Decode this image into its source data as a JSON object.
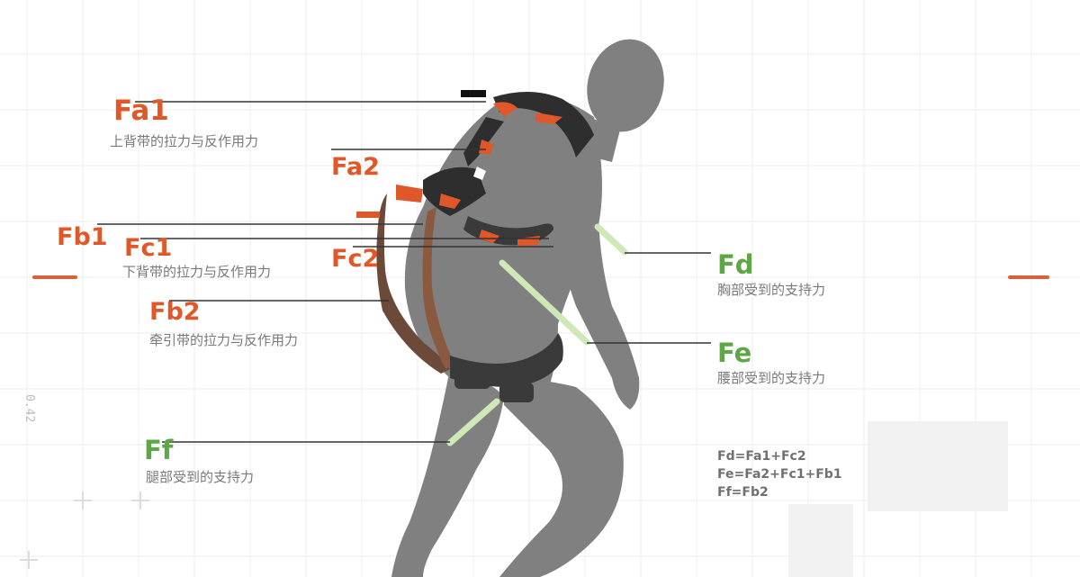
{
  "labels": {
    "fa1": {
      "sym": "Fa1",
      "desc": "上背带的拉力与反作用力"
    },
    "fa2": {
      "sym": "Fa2"
    },
    "fb1": {
      "sym": "Fb1"
    },
    "fc1": {
      "sym": "Fc1",
      "desc": "下背带的拉力与反作用力"
    },
    "fc2": {
      "sym": "Fc2"
    },
    "fb2": {
      "sym": "Fb2",
      "desc": "牵引带的拉力与反作用力"
    },
    "fd": {
      "sym": "Fd",
      "desc": "胸部受到的支持力"
    },
    "fe": {
      "sym": "Fe",
      "desc": "腰部受到的支持力"
    },
    "ff": {
      "sym": "Ff",
      "desc": "腿部受到的支持力"
    }
  },
  "formulas": [
    "Fd=Fa1+Fc2",
    "Fe=Fa2+Fc1+Fb1",
    "Ff=Fb2"
  ],
  "side_text": "0.42",
  "colors": {
    "orange": "#e0582a",
    "green": "#5ea646",
    "figure": "#808080",
    "strap": "#3a3a3a",
    "arrow": "#cfe8b8"
  }
}
